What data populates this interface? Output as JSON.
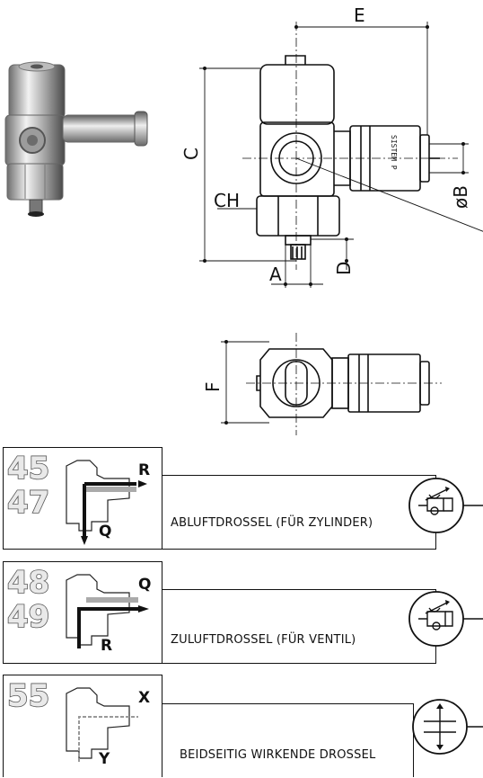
{
  "drawing": {
    "dimensions": {
      "e": "E",
      "c": "C",
      "ch": "CH",
      "a": "A",
      "d": "D",
      "b": "øB",
      "f": "F"
    },
    "body_marking": "SISTEM P"
  },
  "variants": [
    {
      "codes": [
        "45",
        "47"
      ],
      "ports": {
        "out": "R",
        "in": "Q"
      },
      "caption": "ABLUFTDROSSEL (FÜR ZYLINDER)"
    },
    {
      "codes": [
        "48",
        "49"
      ],
      "ports": {
        "out": "Q",
        "in": "R"
      },
      "caption": "ZULUFTDROSSEL (FÜR VENTIL)"
    },
    {
      "codes": [
        "55"
      ],
      "ports": {
        "out": "X",
        "in": "Y"
      },
      "caption": "BEIDSEITIG WIRKENDE DROSSEL"
    }
  ],
  "colors": {
    "line": "#111111",
    "metal_light": "#d9d9d9",
    "metal_dark": "#5a5a5a",
    "number_fill": "#e9e9e9"
  }
}
